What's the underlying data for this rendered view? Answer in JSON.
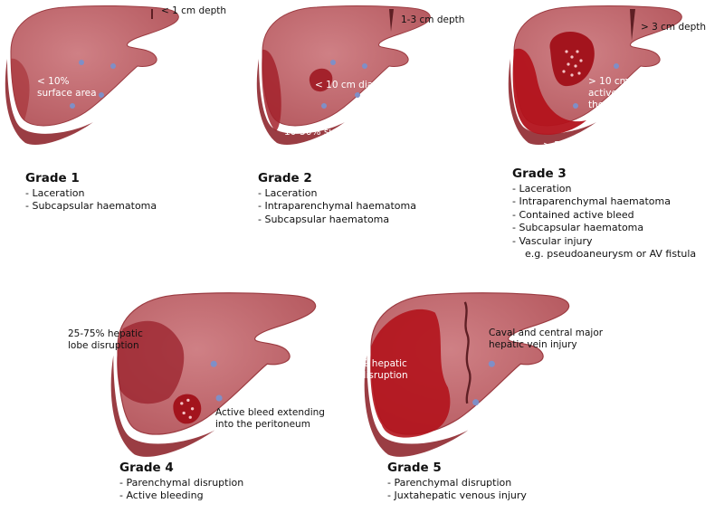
{
  "colors": {
    "liver": "#c46a6e",
    "liver_dark": "#9b3a40",
    "liver_side": "#a6454b",
    "haematoma": "#b3131c",
    "vessel": "#7f8fc7",
    "background": "#ffffff"
  },
  "grades": [
    {
      "title": "Grade 1",
      "items": [
        "- Laceration",
        "- Subcapsular haematoma"
      ],
      "annotations": [
        "< 1 cm depth",
        "< 10%",
        "surface area"
      ]
    },
    {
      "title": "Grade 2",
      "items": [
        "- Laceration",
        "- Intraparenchymal haematoma",
        "- Subcapsular haematoma"
      ],
      "annotations": [
        "1-3 cm depth",
        "< 10 cm diameter",
        "10-50% surface area"
      ]
    },
    {
      "title": "Grade 3",
      "items": [
        "- Laceration",
        "- Intraparenchymal haematoma",
        "- Contained active bleed",
        "- Subcapsular haematoma",
        "- Vascular injury",
        "e.g. pseudoaneurysm or AV fistula"
      ],
      "annotations": [
        "> 3 cm depth",
        "> 10 cm diameter or",
        "active bleed within",
        "the parenchyma",
        "> 50% surface area"
      ]
    },
    {
      "title": "Grade 4",
      "items": [
        "- Parenchymal disruption",
        "- Active bleeding"
      ],
      "annotations": [
        "25-75% hepatic",
        "lobe disruption",
        "Active bleed extending",
        "into the peritoneum"
      ]
    },
    {
      "title": "Grade 5",
      "items": [
        "- Parenchymal disruption",
        "- Juxtahepatic venous injury"
      ],
      "annotations": [
        "Caval and central major",
        "hepatic vein injury",
        "> 75% hepatic",
        "lobe disruption"
      ]
    }
  ]
}
